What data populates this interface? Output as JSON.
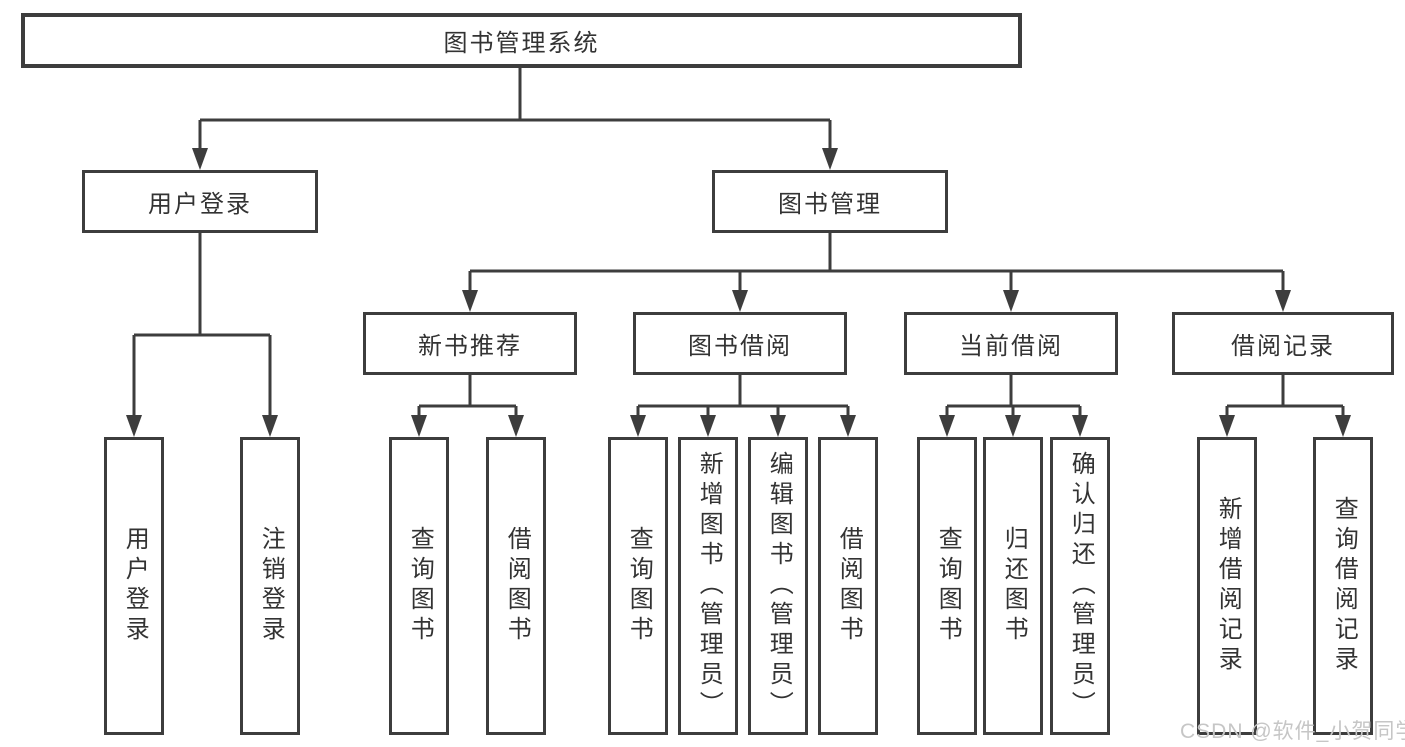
{
  "diagram_type": "functional-structure-tree",
  "tree": {
    "label": "图书管理系统",
    "children": [
      {
        "label": "用户登录",
        "children": [
          {
            "label": "用户登录"
          },
          {
            "label": "注销登录"
          }
        ]
      },
      {
        "label": "图书管理",
        "children": [
          {
            "label": "新书推荐",
            "children": [
              {
                "label": "查询图书"
              },
              {
                "label": "借阅图书"
              }
            ]
          },
          {
            "label": "图书借阅",
            "children": [
              {
                "label": "查询图书"
              },
              {
                "label": "新增图书（管理员）"
              },
              {
                "label": "编辑图书（管理员）"
              },
              {
                "label": "借阅图书"
              }
            ]
          },
          {
            "label": "当前借阅",
            "children": [
              {
                "label": "查询图书"
              },
              {
                "label": "归还图书"
              },
              {
                "label": "确认归还（管理员）"
              }
            ]
          },
          {
            "label": "借阅记录",
            "children": [
              {
                "label": "新增借阅记录"
              },
              {
                "label": "查询借阅记录"
              }
            ]
          }
        ]
      }
    ]
  },
  "watermark": {
    "text": "CSDN @软件_小贺同学"
  },
  "colors": {
    "box_border": "#3d3d3d",
    "text": "#333333",
    "connector": "#3d3d3d",
    "background": "#ffffff",
    "watermark": "#c6c6c6"
  }
}
